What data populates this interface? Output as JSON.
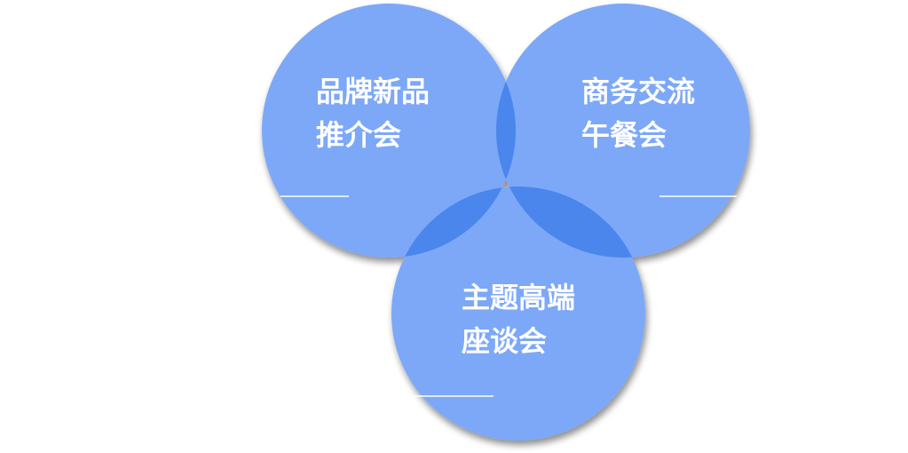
{
  "diagram": {
    "type": "venn",
    "colors": {
      "circle_fill": "#7ba8f7",
      "overlap_fill": "#4a86ec",
      "label_text": "#ffffff",
      "underline": "#ffffff",
      "shadow": "#8a8a8a"
    },
    "circles": [
      {
        "id": "brand",
        "lines": [
          "品牌新品",
          "推介会"
        ]
      },
      {
        "id": "business",
        "lines": [
          "商务交流",
          "午餐会"
        ]
      },
      {
        "id": "theme",
        "lines": [
          "主题高端",
          "座谈会"
        ]
      }
    ]
  }
}
